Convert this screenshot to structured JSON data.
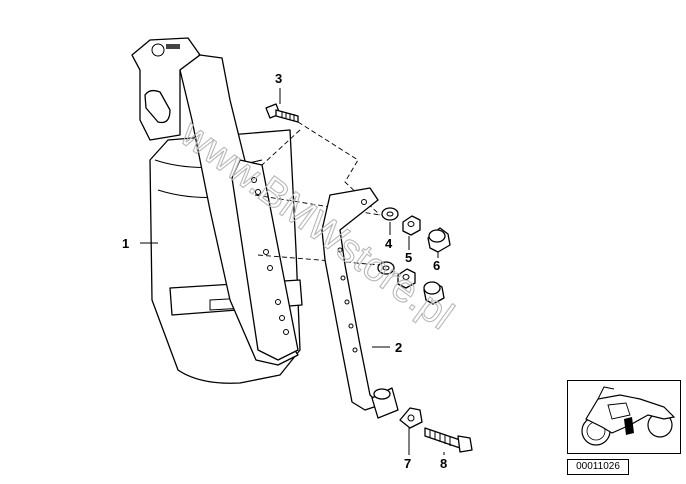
{
  "watermark": "www.BMWstore.pl",
  "callouts": [
    {
      "id": "1",
      "label": "1"
    },
    {
      "id": "2",
      "label": "2"
    },
    {
      "id": "3",
      "label": "3"
    },
    {
      "id": "4",
      "label": "4"
    },
    {
      "id": "5",
      "label": "5"
    },
    {
      "id": "6",
      "label": "6"
    },
    {
      "id": "7",
      "label": "7"
    },
    {
      "id": "8",
      "label": "8"
    }
  ],
  "thumbnail": {
    "code": "00011026",
    "icon": "motorcycle-icon",
    "highlight_color": "#000000"
  }
}
